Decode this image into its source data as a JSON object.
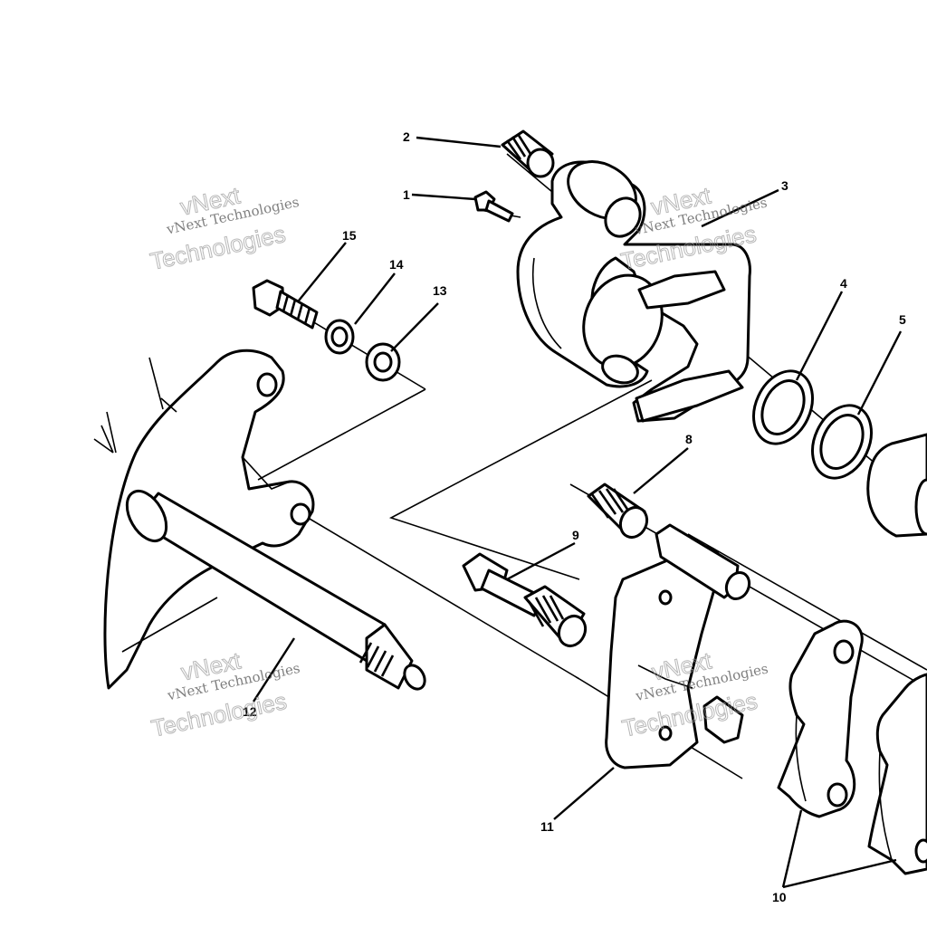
{
  "callouts": {
    "c1": "1",
    "c2": "2",
    "c3": "3",
    "c4": "4",
    "c5": "5",
    "c8": "8",
    "c9": "9",
    "c10": "10",
    "c11": "11",
    "c12": "12",
    "c13": "13",
    "c14": "14",
    "c15": "15"
  },
  "watermark": {
    "line_small": "vNext Technologies",
    "line_vnext": "vNext",
    "line_tech": "Technologies"
  },
  "colors": {
    "ink": "#000000",
    "paper": "#ffffff"
  }
}
